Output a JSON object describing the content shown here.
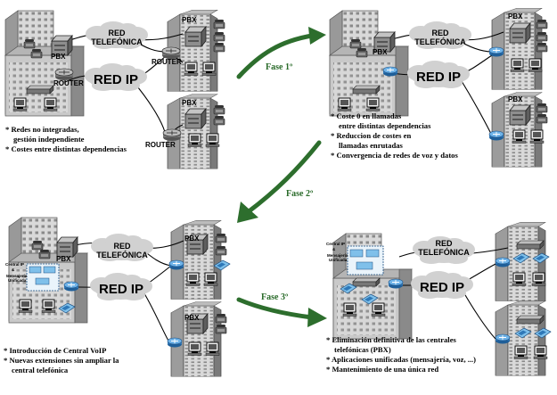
{
  "labels": {
    "pbx": "PBX",
    "router": "ROUTER",
    "red_telefonica_1": "RED",
    "red_telefonica_2": "TELEFÓNICA",
    "red_ip": "RED IP",
    "central_ip_1": "Central IP",
    "central_ip_2": "&",
    "mensajeria_1": "Mensajería",
    "mensajeria_2": "Unificada"
  },
  "phases": {
    "fase1": "Fase  1º",
    "fase2": "Fase  2º",
    "fase3": "Fase  3º"
  },
  "notes": {
    "q1": [
      {
        "text": "* Redes no integradas,"
      },
      {
        "text": "gestión independiente",
        "indent": true
      },
      {
        "text": "* Costes entre distintas dependencias"
      }
    ],
    "q2": [
      {
        "text": "* Coste 0 en llamadas"
      },
      {
        "text": "entre distintas dependencias",
        "indent": true
      },
      {
        "text": "* Reduccion de costes en"
      },
      {
        "text": "llamadas enrutadas",
        "indent": true
      },
      {
        "text": "* Convergencia de redes de voz y datos"
      }
    ],
    "q3": [
      {
        "text": "* Introducción de Central VoIP"
      },
      {
        "text": "* Nuevas extensiones sin ampliar la"
      },
      {
        "text": "central telefónica",
        "indent": true
      }
    ],
    "q4": [
      {
        "text": "* Eliminación definitiva de las centrales"
      },
      {
        "text": "telefónicas (PBX)",
        "indent": true
      },
      {
        "text": "* Aplicaciones unificadas (mensajería, voz, ...)"
      },
      {
        "text": "* Mantenimiento de una única red"
      }
    ]
  },
  "colors": {
    "arrow": "#2d6e2d",
    "building": "#d6d6d6",
    "cloud": "#cfcfcf",
    "router": "#3a8fd0"
  }
}
